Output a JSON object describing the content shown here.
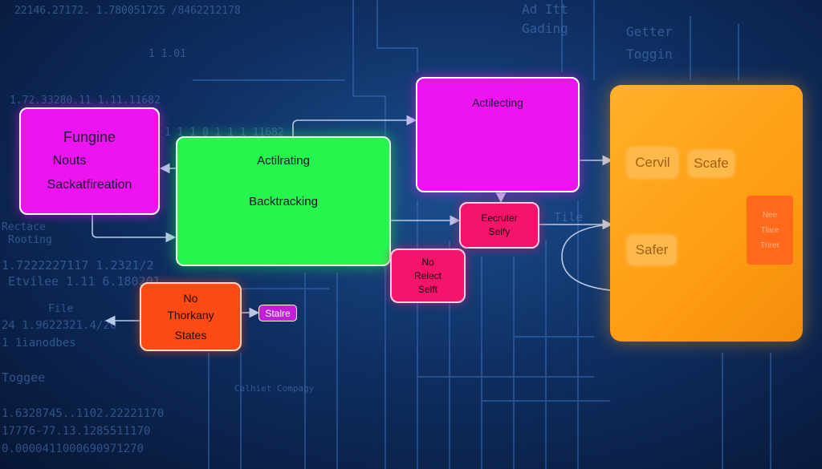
{
  "background_text": [
    "22146.27172. 1.780051725 /8462212178",
    "1 1.01",
    "1.72.33280.11 1.11.11682",
    "1 1 1 0 1 1 1 11682",
    "Rectace",
    "Rooting",
    "1.7222227117 1.2321/2",
    "Etvilee 1.11 6.180201",
    "File",
    "24 1.9622321.4/20",
    "1 1ianodbes",
    "Toggee",
    "1.6328745..1102.22221170",
    "17776-77.13.1285511170",
    "0.0000411000690971270",
    "Ad Itt",
    "Gading",
    "Getter",
    "Toggin",
    "Tile",
    "Calhiet Compagy"
  ],
  "nodes": {
    "fungine": {
      "lines": [
        "Fungine",
        "Nouts",
        "Sackatfireation"
      ]
    },
    "actilrating": {
      "title": "Actilrating",
      "subtitle": "Backtracking"
    },
    "actilecting": {
      "title": "Actilecting"
    },
    "eecruter": {
      "lines": [
        "Eecruter",
        "Selfy"
      ]
    },
    "no_reject": {
      "lines": [
        "No",
        "Relect",
        "Selft"
      ]
    },
    "no_thorkany": {
      "lines": [
        "No",
        "Thorkany",
        "States"
      ]
    },
    "stalre_tag": {
      "label": "Stalre"
    },
    "orange_panel": {
      "chips": [
        "Cervil",
        "Scafe",
        "Safer"
      ],
      "inner_tag": [
        "Nee",
        "Tlare",
        "Tnrer"
      ]
    }
  },
  "colors": {
    "magenta": "#ee14f2",
    "green": "#24f64e",
    "pink": "#f5146c",
    "red_orange": "#fb4a13",
    "orange": "#ffa21a",
    "background": "#0f2f63",
    "connector": "#b9c8e8"
  }
}
